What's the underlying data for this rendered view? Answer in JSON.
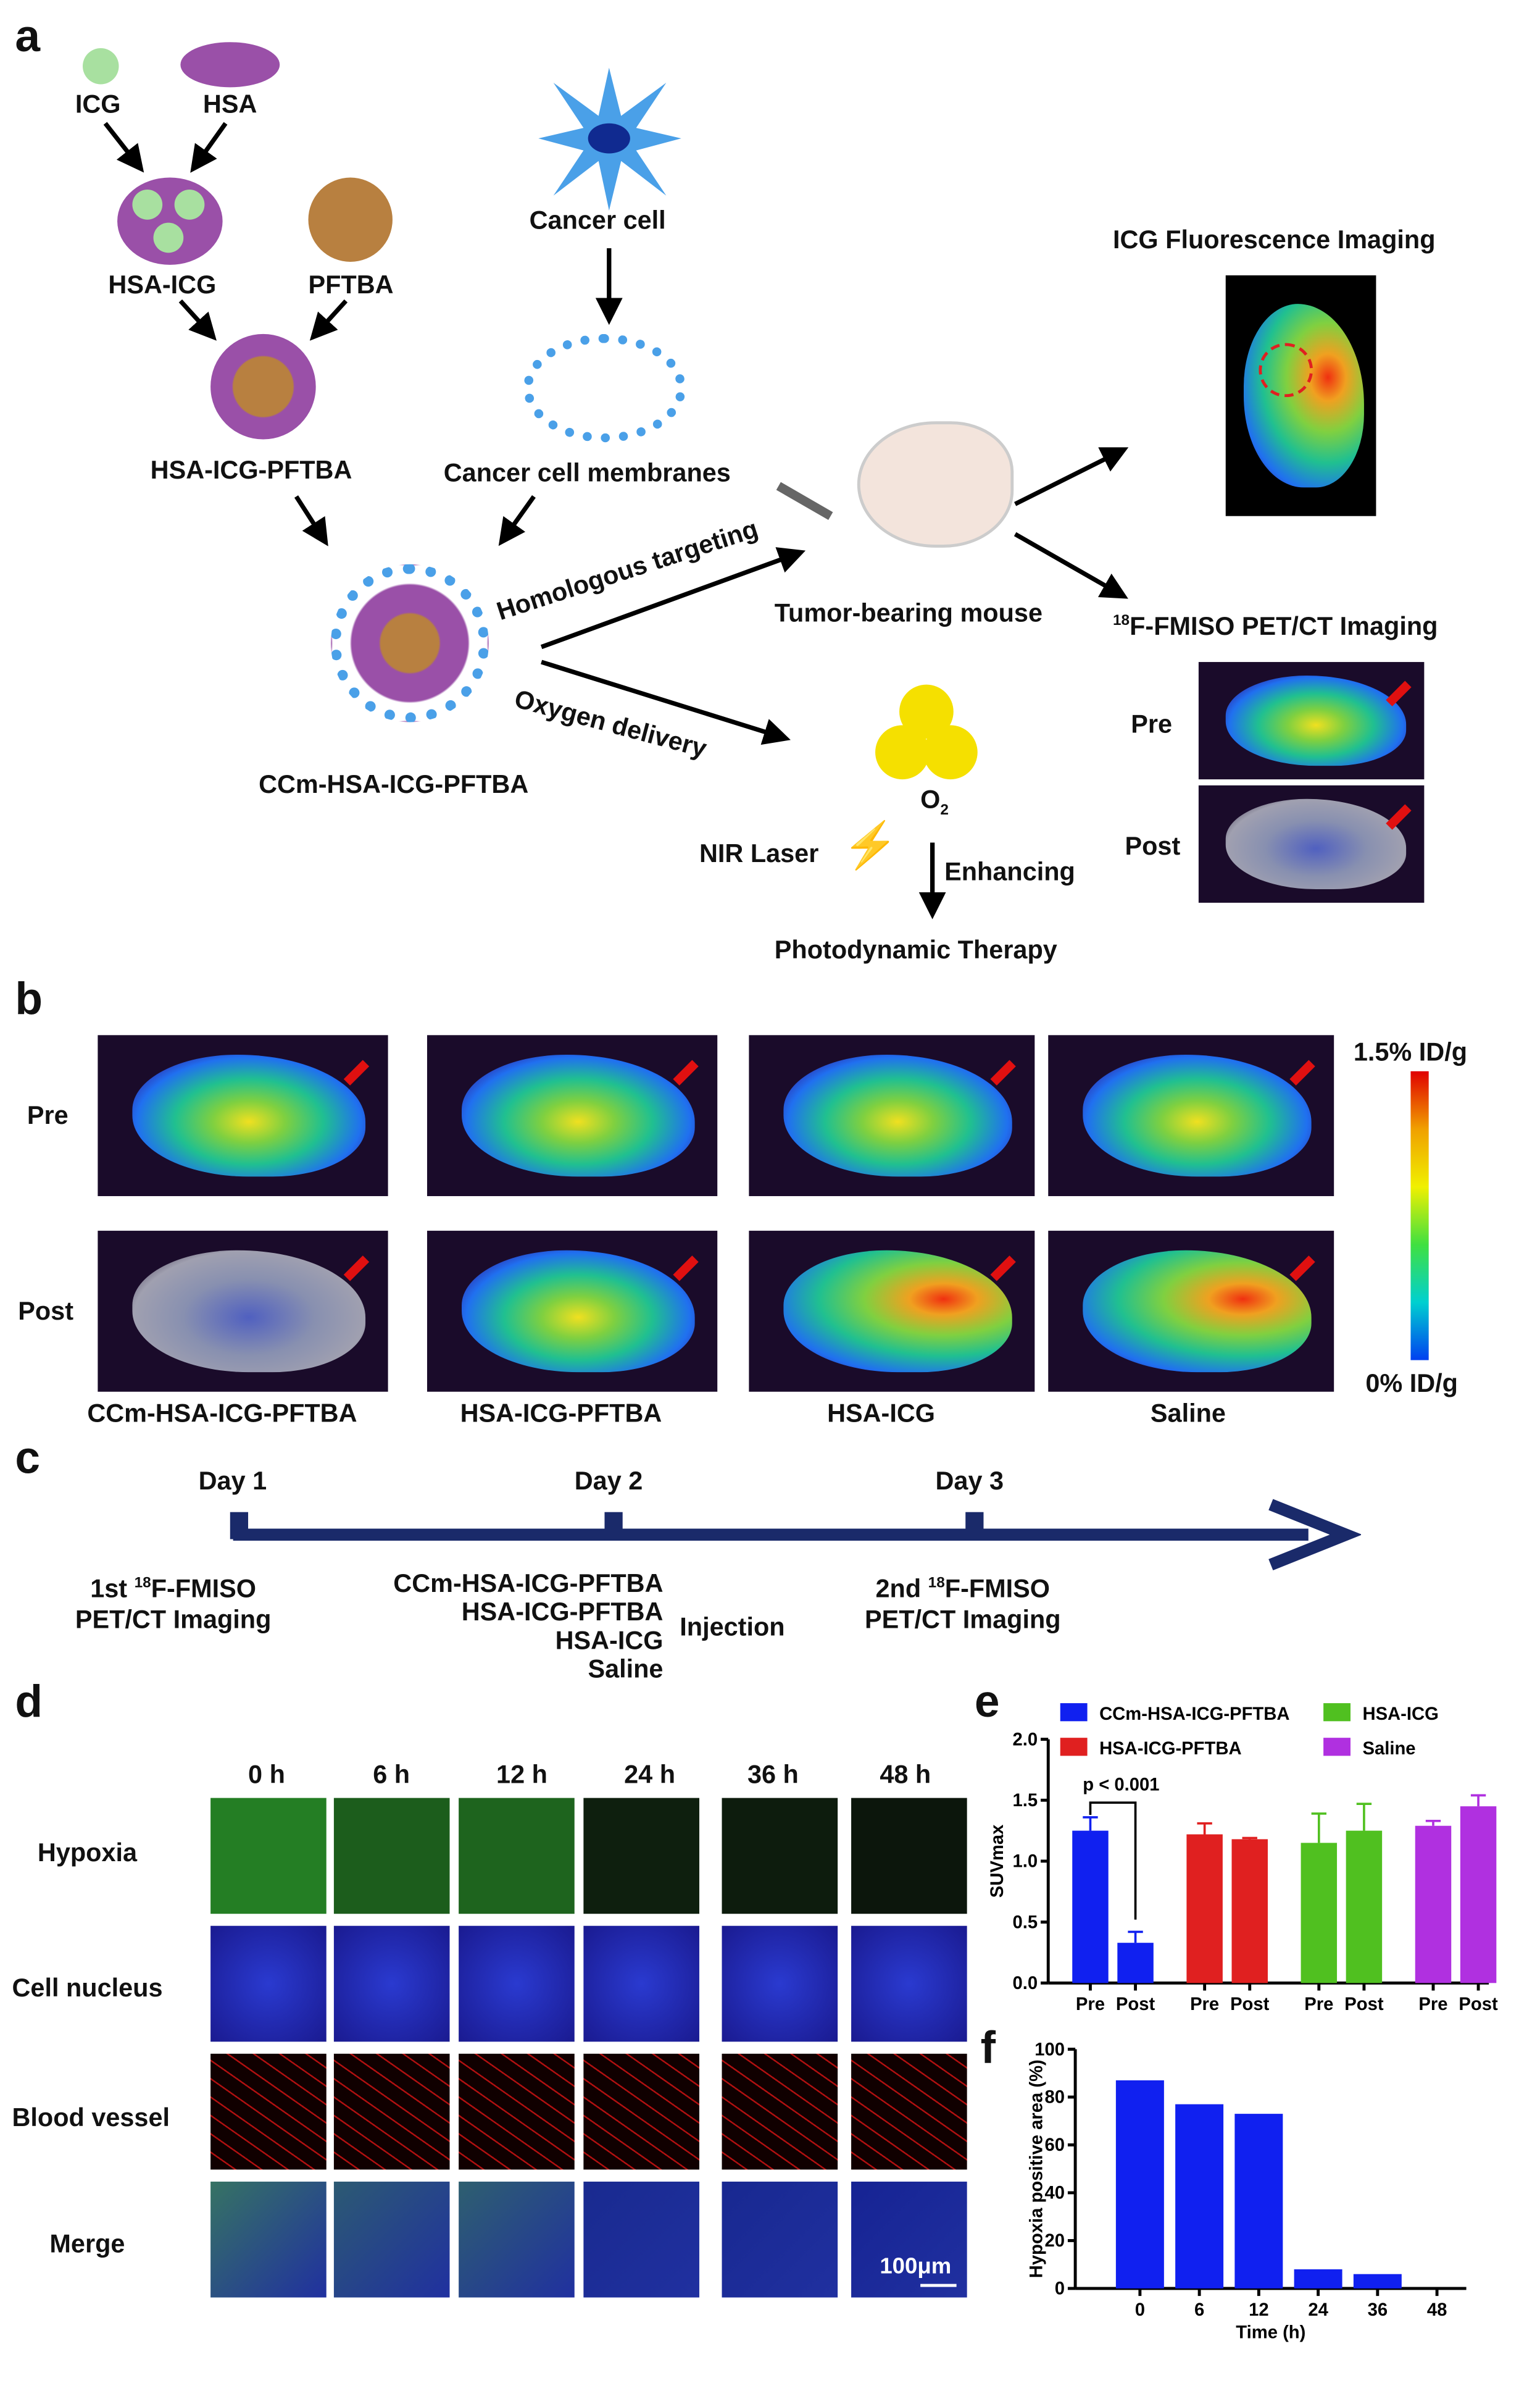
{
  "panel_labels": {
    "a": "a",
    "b": "b",
    "c": "c",
    "d": "d",
    "e": "e",
    "f": "f"
  },
  "a": {
    "icg": "ICG",
    "hsa": "HSA",
    "hsa_icg": "HSA-ICG",
    "pftba": "PFTBA",
    "hsa_icg_pftba": "HSA-ICG-PFTBA",
    "cancer_cell": "Cancer cell",
    "membranes": "Cancer cell membranes",
    "ccm": "CCm-HSA-ICG-PFTBA",
    "homologous": "Homologous targeting",
    "oxygen": "Oxygen delivery",
    "mouse": "Tumor-bearing mouse",
    "icg_imaging": "ICG Fluorescence Imaging",
    "pet_sup": "18",
    "pet_imaging": "F-FMISO PET/CT Imaging",
    "pre": "Pre",
    "post": "Post",
    "o2": "O",
    "o2_sub": "2",
    "nir": "NIR Laser",
    "enhancing": "Enhancing",
    "pdt": "Photodynamic Therapy"
  },
  "b": {
    "rows": [
      "Pre",
      "Post"
    ],
    "columns": [
      "CCm-HSA-ICG-PFTBA",
      "HSA-ICG-PFTBA",
      "HSA-ICG",
      "Saline"
    ],
    "scale_max": "1.5% ID/g",
    "scale_min": "0% ID/g"
  },
  "c": {
    "days": [
      "Day 1",
      "Day 2",
      "Day 3"
    ],
    "first_a": "1st ",
    "first_sup": "18",
    "first_b": "F-FMISO",
    "first_c": "PET/CT Imaging",
    "groups": [
      "CCm-HSA-ICG-PFTBA",
      "HSA-ICG-PFTBA",
      "HSA-ICG",
      "Saline"
    ],
    "injection": "Injection",
    "second_a": "2nd ",
    "second_sup": "18",
    "second_b": "F-FMISO",
    "second_c": "PET/CT Imaging"
  },
  "d": {
    "times": [
      "0 h",
      "6 h",
      "12 h",
      "24 h",
      "36 h",
      "48 h"
    ],
    "rows": [
      "Hypoxia",
      "Cell nucleus",
      "Blood vessel",
      "Merge"
    ],
    "hypoxia_intensity": [
      0.85,
      0.6,
      0.65,
      0.12,
      0.1,
      0.05
    ],
    "scale_bar": "100μm"
  },
  "chart_data": [
    {
      "type": "bar",
      "title": "",
      "xlabel": "",
      "ylabel": "SUVmax",
      "ylim": [
        0,
        2.0
      ],
      "yticks": [
        "0.0",
        "0.5",
        "1.0",
        "1.5",
        "2.0"
      ],
      "categories": [
        "Pre",
        "Post"
      ],
      "series": [
        {
          "name": "CCm-HSA-ICG-PFTBA",
          "color": "#1020f0",
          "values": [
            1.25,
            0.33
          ],
          "errors": [
            0.11,
            0.09
          ]
        },
        {
          "name": "HSA-ICG-PFTBA",
          "color": "#e02020",
          "values": [
            1.22,
            1.18
          ],
          "errors": [
            0.09,
            0.01
          ]
        },
        {
          "name": "HSA-ICG",
          "color": "#50c020",
          "values": [
            1.15,
            1.25
          ],
          "errors": [
            0.24,
            0.22
          ]
        },
        {
          "name": "Saline",
          "color": "#b030e0",
          "values": [
            1.29,
            1.45
          ],
          "errors": [
            0.04,
            0.09
          ]
        }
      ],
      "annotation": "p < 0.001",
      "legend": "top"
    },
    {
      "type": "bar",
      "title": "",
      "xlabel": "Time (h)",
      "ylabel": "Hypoxia positive area (%)",
      "ylim": [
        0,
        100
      ],
      "yticks": [
        "0",
        "20",
        "40",
        "60",
        "80",
        "100"
      ],
      "categories": [
        "0",
        "6",
        "12",
        "24",
        "36",
        "48"
      ],
      "values": [
        87,
        77,
        73,
        8,
        6,
        0
      ],
      "color": "#1020f0"
    }
  ]
}
